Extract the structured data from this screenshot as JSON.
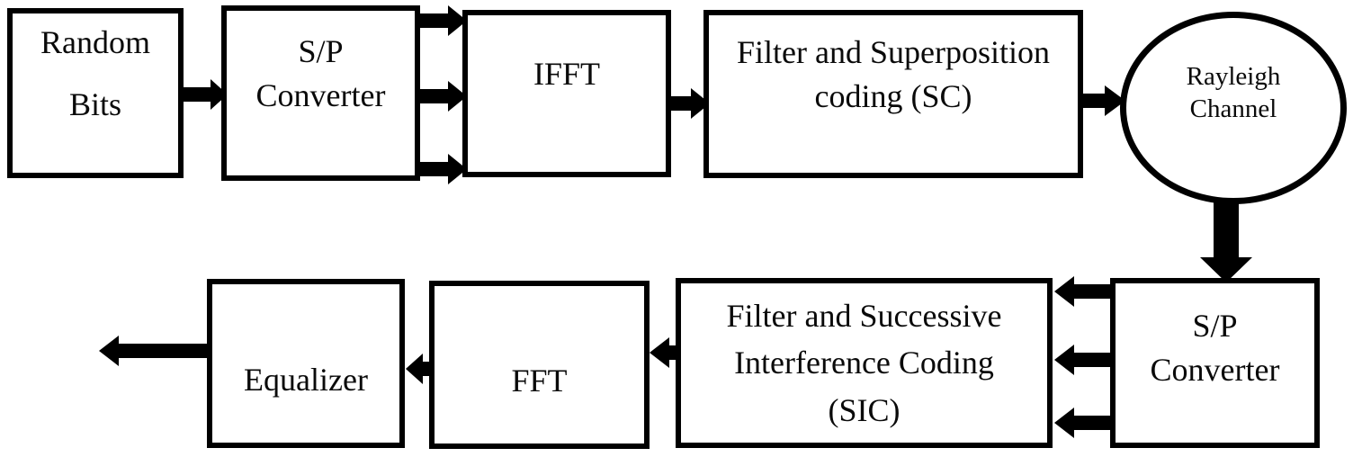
{
  "colors": {
    "stroke": "#000000",
    "fill": "#ffffff",
    "text": "#0a0a0a"
  },
  "blocks": {
    "random_bits": {
      "shape": "rect",
      "lines": [
        "Random",
        "Bits"
      ]
    },
    "sp_converter_tx": {
      "shape": "rect",
      "lines": [
        "S/P",
        "Converter"
      ]
    },
    "ifft": {
      "shape": "rect",
      "lines": [
        "IFFT"
      ]
    },
    "filter_sc": {
      "shape": "rect",
      "lines": [
        "Filter and Superposition",
        "coding (SC)"
      ]
    },
    "rayleigh_channel": {
      "shape": "ellipse",
      "lines": [
        "Rayleigh",
        "Channel"
      ]
    },
    "sp_converter_rx": {
      "shape": "rect",
      "lines": [
        "S/P",
        "Converter"
      ]
    },
    "filter_sic": {
      "shape": "rect",
      "lines": [
        "Filter and Successive",
        "Interference Coding",
        "(SIC)"
      ]
    },
    "fft": {
      "shape": "rect",
      "lines": [
        "FFT"
      ]
    },
    "equalizer": {
      "shape": "rect",
      "lines": [
        "Equalizer"
      ]
    }
  },
  "connections": [
    {
      "from": "random_bits",
      "to": "sp_converter_tx",
      "arrows": 1,
      "direction": "right"
    },
    {
      "from": "sp_converter_tx",
      "to": "ifft",
      "arrows": 3,
      "direction": "right"
    },
    {
      "from": "ifft",
      "to": "filter_sc",
      "arrows": 1,
      "direction": "right"
    },
    {
      "from": "filter_sc",
      "to": "rayleigh_channel",
      "arrows": 1,
      "direction": "right"
    },
    {
      "from": "rayleigh_channel",
      "to": "sp_converter_rx",
      "arrows": 1,
      "direction": "down"
    },
    {
      "from": "sp_converter_rx",
      "to": "filter_sic",
      "arrows": 3,
      "direction": "left"
    },
    {
      "from": "filter_sic",
      "to": "fft",
      "arrows": 1,
      "direction": "left"
    },
    {
      "from": "fft",
      "to": "equalizer",
      "arrows": 1,
      "direction": "left"
    },
    {
      "from": "equalizer",
      "to": "output",
      "arrows": 1,
      "direction": "left"
    }
  ]
}
